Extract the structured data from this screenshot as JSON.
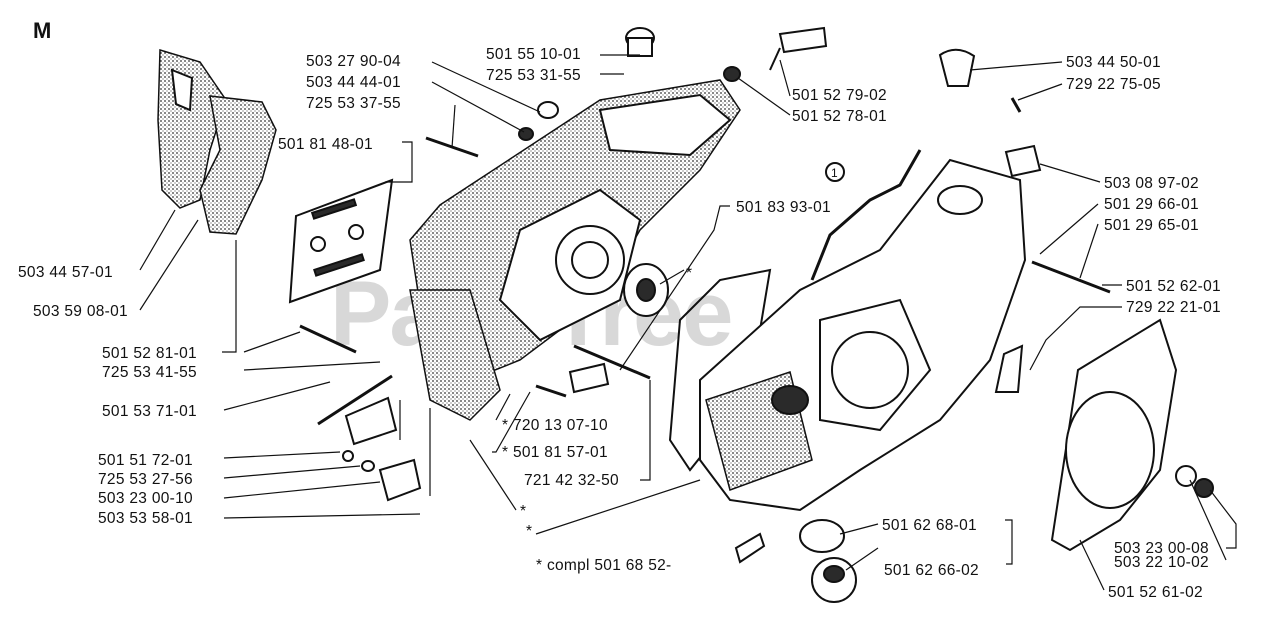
{
  "section_letter": "M",
  "watermark": "PartsTree",
  "callout_number": "1",
  "labels": {
    "p503279004": "503 27 90-04",
    "p503444401": "503 44 44-01",
    "p725533755": "725 53 37-55",
    "p501814801": "501 81 48-01",
    "p501551001": "501 55 10-01",
    "p725533155": "725 53 31-55",
    "p501527902": "501 52 79-02",
    "p501527801": "501 52 78-01",
    "p503445001": "503 44 50-01",
    "p729227505": "729 22 75-05",
    "p503089702": "503 08 97-02",
    "p501296601": "501 29 66-01",
    "p501296501": "501 29 65-01",
    "p501526201": "501 52 62-01",
    "p729222101": "729 22 21-01",
    "p501839301": "501 83 93-01",
    "p503445701": "503 44 57-01",
    "p503590801": "503 59 08-01",
    "p501528101": "501 52 81-01",
    "p725534155": "725 53 41-55",
    "p501537101": "501 53 71-01",
    "p501517201": "501 51 72-01",
    "p725532756": "725 53 27-56",
    "p503230010": "503 23 00-10",
    "p503535801": "503 53 58-01",
    "p720130710": "*  720 13 07-10",
    "p501815701": "*  501 81 57-01",
    "p721423250": "721 42 32-50",
    "p501626801": "501 62 68-01",
    "p501626602": "501 62 66-02",
    "p503230008": "503 23 00-08",
    "p503221002": "503 22 10-02",
    "p501526102": "501 52 61-02",
    "compl": "*  compl 501 68 52-",
    "star1": "*",
    "star2": "*",
    "star3": "*"
  }
}
